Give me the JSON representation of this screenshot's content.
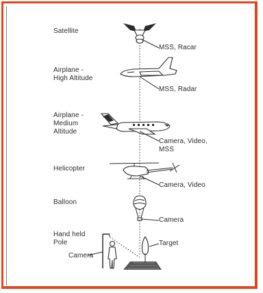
{
  "platforms": {
    "satellite": "Satellite",
    "airplane_high": "Airplane -\nHigh Altitude",
    "airplane_medium": "Airplane -\nMedium\nAltitude",
    "helicopter": "Helicopter",
    "balloon": "Balloon",
    "hand_held": "Hand held\nPole"
  },
  "sensors": {
    "satellite": "MSS, Racar",
    "airplane_high": "MSS, Radar",
    "airplane_medium": "Camera, Video,\nMSS",
    "helicopter": "Camera, Video",
    "balloon": "Camera",
    "hand_held_camera": "Camera",
    "target": "Target"
  },
  "colors": {
    "border": "#e2461c",
    "ink": "#2a2a2a"
  }
}
